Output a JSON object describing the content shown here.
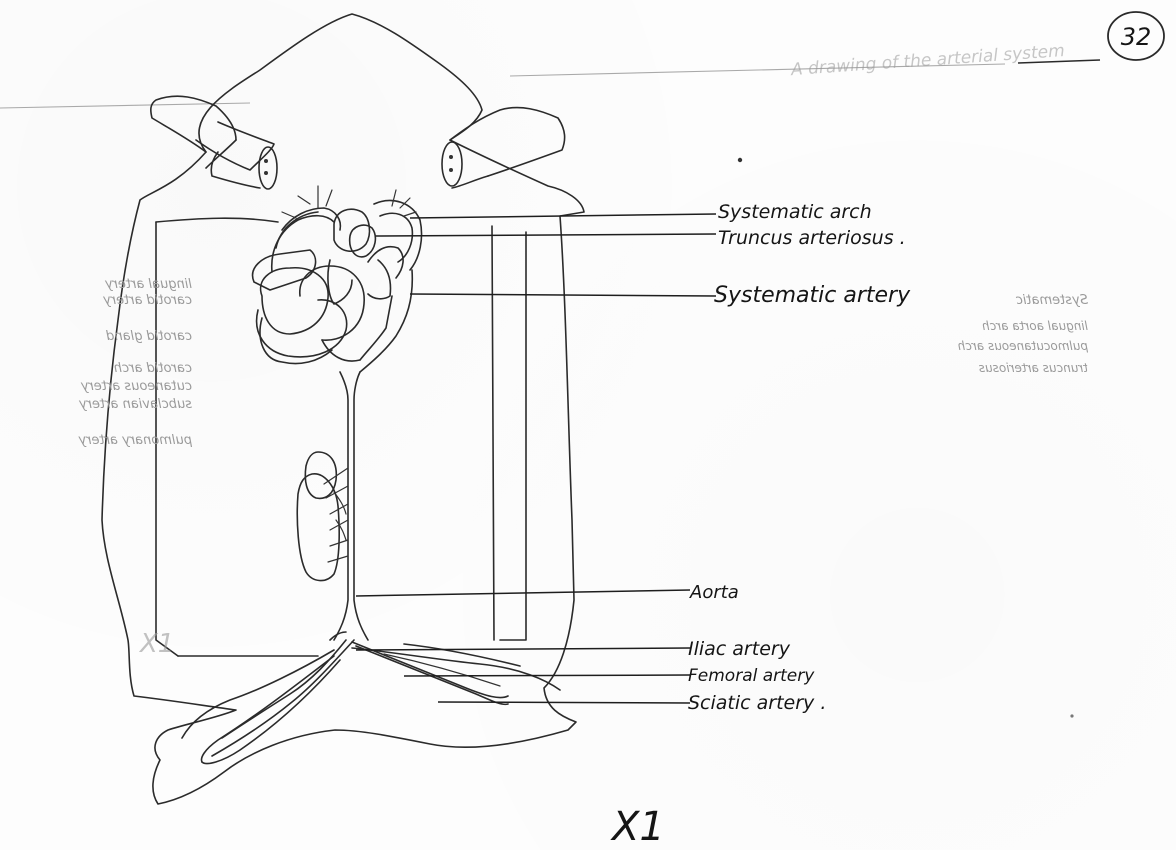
{
  "page_number": "32",
  "heading": "A drawing of the arterial system",
  "labels": [
    {
      "id": "systematic-arch",
      "text": "Systematic arch"
    },
    {
      "id": "truncus-arteriosus",
      "text": "Truncus arteriosus ."
    },
    {
      "id": "systematic-artery",
      "text": "Systematic artery"
    },
    {
      "id": "aorta",
      "text": "Aorta"
    },
    {
      "id": "iliac-artery",
      "text": "Iliac artery"
    },
    {
      "id": "femoral-artery",
      "text": "Femoral artery"
    },
    {
      "id": "sciatic-artery",
      "text": "Sciatic artery ."
    }
  ],
  "show_through_left": [
    "lingual artery",
    "carotid artery",
    "carotid gland",
    "carotid arch",
    "cutaneous artery",
    "subclavian artery",
    "pulmonary artery"
  ],
  "show_through_right": [
    "Systematic",
    "lingual aorta arch",
    "pulmocutaneous arch",
    "truncus arteriosus"
  ],
  "magnification": "X1",
  "corner_mark": "X1"
}
